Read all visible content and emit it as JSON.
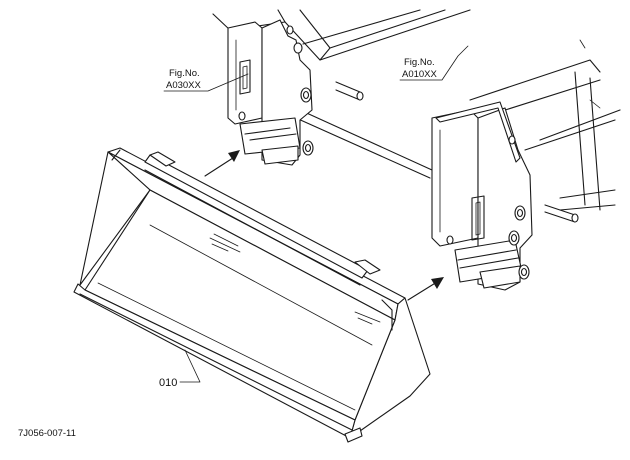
{
  "labels": {
    "fig_ref_left_line1": "Fig.No.",
    "fig_ref_left_line2": "A030XX",
    "fig_ref_right_line1": "Fig.No.",
    "fig_ref_right_line2": "A010XX",
    "part_number": "010",
    "drawing_code": "7J056-007-11"
  },
  "colors": {
    "line": "#1a1a1a",
    "background": "#ffffff"
  }
}
